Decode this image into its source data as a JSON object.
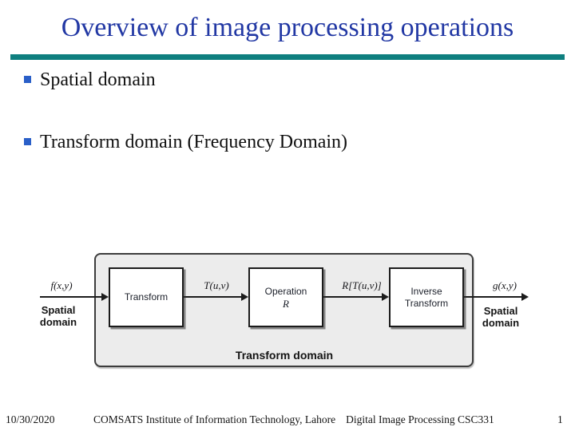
{
  "slide": {
    "title": "Overview of image processing operations",
    "bullets": [
      "Spatial domain",
      "Transform domain (Frequency Domain)"
    ],
    "colors": {
      "title_blue": "#2238a4",
      "divider_teal": "#0e7f7f",
      "bullet_blue": "#2a5fc8",
      "diagram_fill": "#ececec"
    },
    "footer": {
      "date": "10/30/2020",
      "institution": "COMSATS Institute of Information Technology, Lahore",
      "course": "Digital Image Processing CSC331",
      "page_number": "1"
    }
  },
  "diagram": {
    "container_label": "Transform domain",
    "input": {
      "math": "f(x,y)",
      "domain": "Spatial domain"
    },
    "output": {
      "math": "g(x,y)",
      "domain": "Spatial domain"
    },
    "boxes": [
      {
        "line1": "Transform"
      },
      {
        "line1": "Operation",
        "line2": "R"
      },
      {
        "line1": "Inverse",
        "line2": "Transform"
      }
    ],
    "arrow_labels": {
      "after_transform": "T(u,v)",
      "after_operation": "R[T(u,v)]"
    }
  }
}
